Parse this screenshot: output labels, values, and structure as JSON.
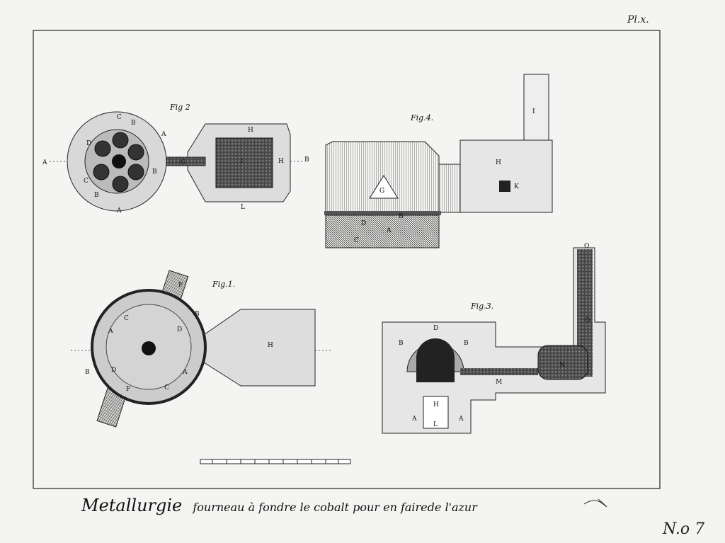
{
  "plate": {
    "label": "Pl.x.",
    "number": "N.o 7"
  },
  "caption": {
    "title": "Metallurgie",
    "subtitle": "fourneau à fondre le cobalt pour en fairede l'azur"
  },
  "figures": {
    "fig1": {
      "title": "Fig.1.",
      "labels": [
        "A",
        "C",
        "D",
        "B",
        "B",
        "D",
        "A",
        "C",
        "F",
        "F",
        "H"
      ]
    },
    "fig2": {
      "title": "Fig 2",
      "labels": [
        "A",
        "B",
        "C",
        "B",
        "A",
        "D",
        "C",
        "B",
        "A",
        "H",
        "I",
        "H",
        "L",
        "B",
        "G"
      ]
    },
    "fig3": {
      "title": "Fig.3.",
      "labels": [
        "D",
        "B",
        "B",
        "H",
        "L",
        "A",
        "A",
        "M",
        "N",
        "O",
        "O"
      ]
    },
    "fig4": {
      "title": "Fig.4.",
      "labels": [
        "I",
        "H",
        "K",
        "G",
        "D",
        "B",
        "A",
        "C"
      ]
    }
  }
}
